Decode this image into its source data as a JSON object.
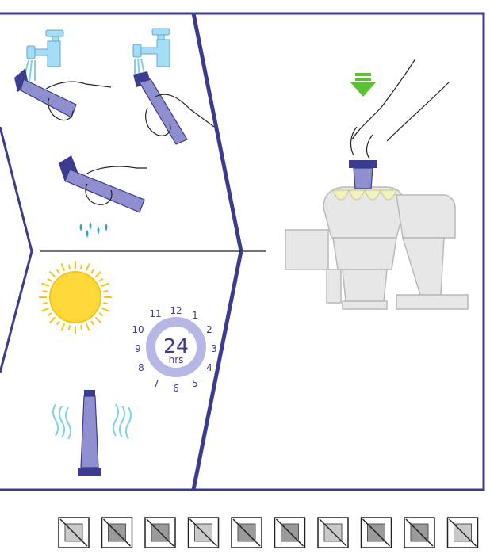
{
  "colors": {
    "frame": "#3b3b8f",
    "filter_body": "#8f8fd0",
    "filter_dark": "#3b3b8f",
    "water": "#7fd0ea",
    "tap": "#a6dcf5",
    "sun_core": "#ffd83a",
    "sun_rays": "#f5c518",
    "arrow_green": "#5bc236",
    "vacuum_fill": "#e7e7e7",
    "vacuum_line": "#b9b9b9",
    "ink": "#222222"
  },
  "clock": {
    "hours_value": "24",
    "hours_unit": "hrs",
    "numbers": [
      "12",
      "1",
      "2",
      "3",
      "4",
      "5",
      "6",
      "7",
      "8",
      "9",
      "10",
      "11"
    ]
  },
  "warning_icons": [
    {
      "name": "no-detergent-spray-icon"
    },
    {
      "name": "no-chemical-cleaner-icon"
    },
    {
      "name": "no-dishwasher-rack-icon"
    },
    {
      "name": "no-oven-icon"
    },
    {
      "name": "no-washing-machine-icon"
    },
    {
      "name": "no-tumble-dryer-icon"
    },
    {
      "name": "no-microwave-icon"
    },
    {
      "name": "no-dishwasher-icon"
    },
    {
      "name": "no-open-flame-icon"
    },
    {
      "name": "no-aerosol-icon"
    }
  ]
}
